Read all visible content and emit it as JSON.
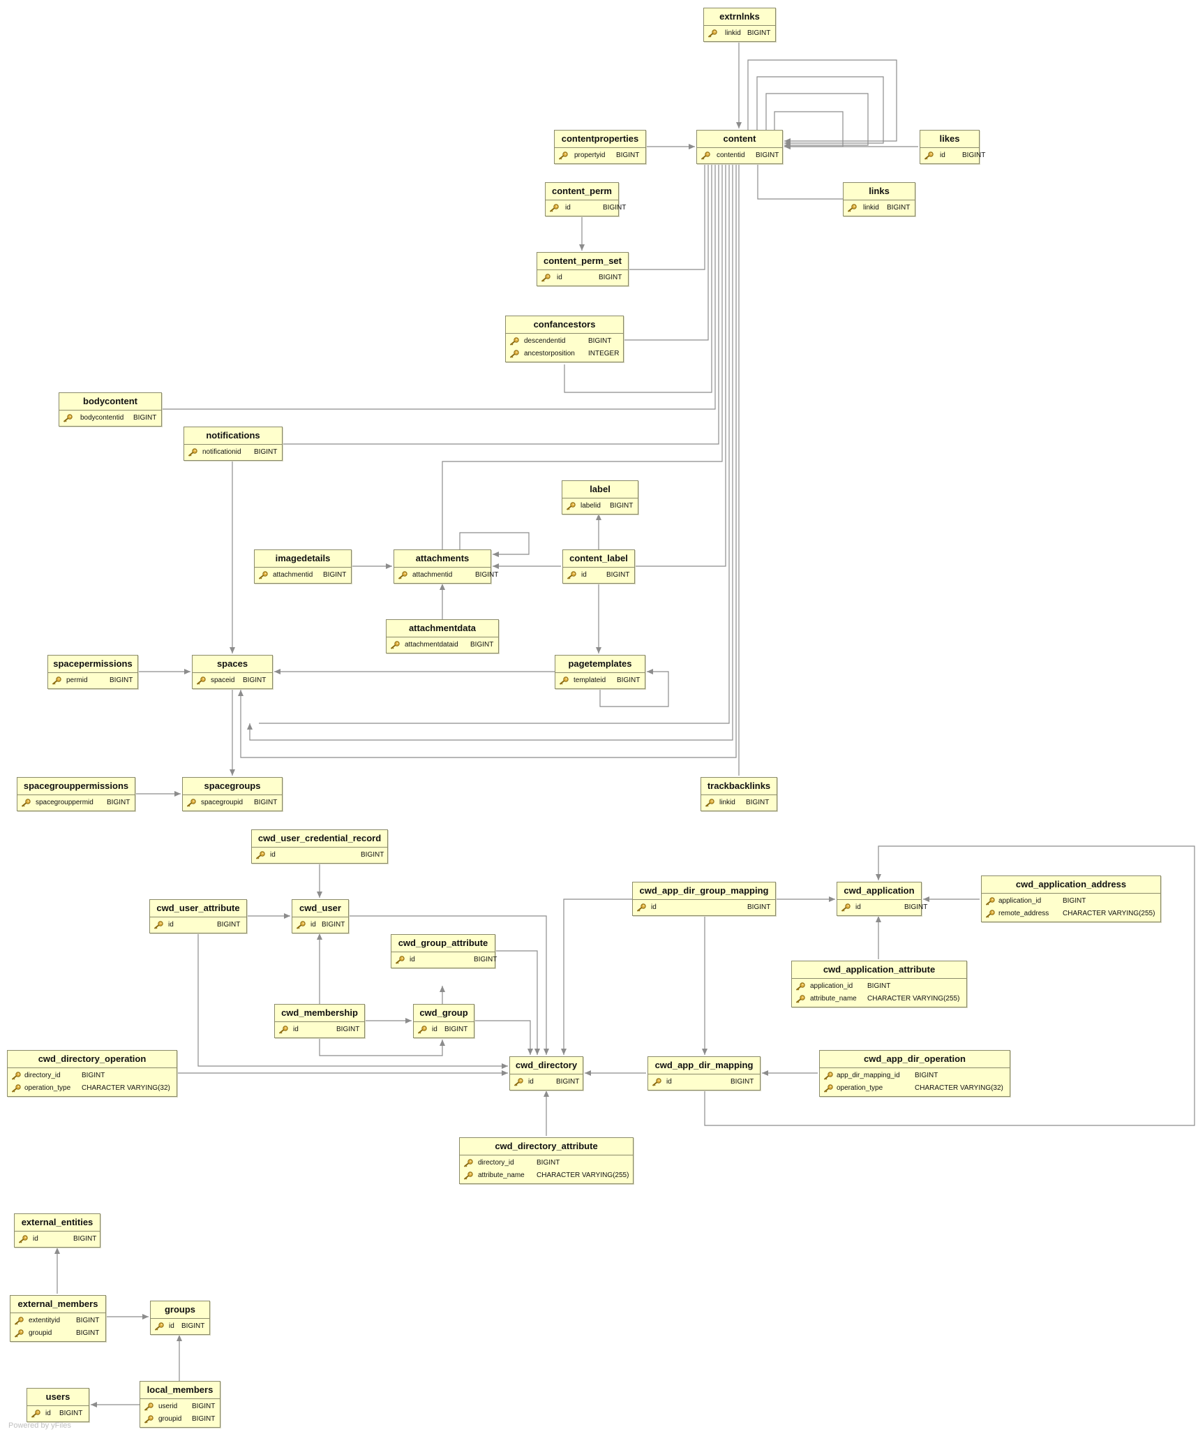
{
  "footer": "Powered by yFiles",
  "tables": [
    {
      "id": "extrnlnks",
      "title": "extrnlnks",
      "cols": [
        [
          "linkid",
          "BIGINT"
        ]
      ]
    },
    {
      "id": "content",
      "title": "content",
      "cols": [
        [
          "contentid",
          "BIGINT"
        ]
      ]
    },
    {
      "id": "contentproperties",
      "title": "contentproperties",
      "cols": [
        [
          "propertyid",
          "BIGINT"
        ]
      ]
    },
    {
      "id": "likes",
      "title": "likes",
      "cols": [
        [
          "id",
          "BIGINT"
        ]
      ]
    },
    {
      "id": "content_perm",
      "title": "content_perm",
      "cols": [
        [
          "id",
          "BIGINT"
        ]
      ]
    },
    {
      "id": "links",
      "title": "links",
      "cols": [
        [
          "linkid",
          "BIGINT"
        ]
      ]
    },
    {
      "id": "content_perm_set",
      "title": "content_perm_set",
      "cols": [
        [
          "id",
          "BIGINT"
        ]
      ]
    },
    {
      "id": "confancestors",
      "title": "confancestors",
      "cols": [
        [
          "descendentid",
          "BIGINT"
        ],
        [
          "ancestorposition",
          "INTEGER"
        ]
      ]
    },
    {
      "id": "bodycontent",
      "title": "bodycontent",
      "cols": [
        [
          "bodycontentid",
          "BIGINT"
        ]
      ]
    },
    {
      "id": "notifications",
      "title": "notifications",
      "cols": [
        [
          "notificationid",
          "BIGINT"
        ]
      ]
    },
    {
      "id": "label",
      "title": "label",
      "cols": [
        [
          "labelid",
          "BIGINT"
        ]
      ]
    },
    {
      "id": "imagedetails",
      "title": "imagedetails",
      "cols": [
        [
          "attachmentid",
          "BIGINT"
        ]
      ]
    },
    {
      "id": "attachments",
      "title": "attachments",
      "cols": [
        [
          "attachmentid",
          "BIGINT"
        ]
      ]
    },
    {
      "id": "content_label",
      "title": "content_label",
      "cols": [
        [
          "id",
          "BIGINT"
        ]
      ]
    },
    {
      "id": "attachmentdata",
      "title": "attachmentdata",
      "cols": [
        [
          "attachmentdataid",
          "BIGINT"
        ]
      ]
    },
    {
      "id": "spacepermissions",
      "title": "spacepermissions",
      "cols": [
        [
          "permid",
          "BIGINT"
        ]
      ]
    },
    {
      "id": "spaces",
      "title": "spaces",
      "cols": [
        [
          "spaceid",
          "BIGINT"
        ]
      ]
    },
    {
      "id": "pagetemplates",
      "title": "pagetemplates",
      "cols": [
        [
          "templateid",
          "BIGINT"
        ]
      ]
    },
    {
      "id": "spacegrouppermissions",
      "title": "spacegrouppermissions",
      "cols": [
        [
          "spacegrouppermid",
          "BIGINT"
        ]
      ]
    },
    {
      "id": "spacegroups",
      "title": "spacegroups",
      "cols": [
        [
          "spacegroupid",
          "BIGINT"
        ]
      ]
    },
    {
      "id": "trackbacklinks",
      "title": "trackbacklinks",
      "cols": [
        [
          "linkid",
          "BIGINT"
        ]
      ]
    },
    {
      "id": "cwd_user_credential_record",
      "title": "cwd_user_credential_record",
      "cols": [
        [
          "id",
          "BIGINT"
        ]
      ]
    },
    {
      "id": "cwd_user_attribute",
      "title": "cwd_user_attribute",
      "cols": [
        [
          "id",
          "BIGINT"
        ]
      ]
    },
    {
      "id": "cwd_user",
      "title": "cwd_user",
      "cols": [
        [
          "id",
          "BIGINT"
        ]
      ]
    },
    {
      "id": "cwd_app_dir_group_mapping",
      "title": "cwd_app_dir_group_mapping",
      "cols": [
        [
          "id",
          "BIGINT"
        ]
      ]
    },
    {
      "id": "cwd_application",
      "title": "cwd_application",
      "cols": [
        [
          "id",
          "BIGINT"
        ]
      ]
    },
    {
      "id": "cwd_application_address",
      "title": "cwd_application_address",
      "cols": [
        [
          "application_id",
          "BIGINT"
        ],
        [
          "remote_address",
          "CHARACTER VARYING(255)"
        ]
      ]
    },
    {
      "id": "cwd_group_attribute",
      "title": "cwd_group_attribute",
      "cols": [
        [
          "id",
          "BIGINT"
        ]
      ]
    },
    {
      "id": "cwd_application_attribute",
      "title": "cwd_application_attribute",
      "cols": [
        [
          "application_id",
          "BIGINT"
        ],
        [
          "attribute_name",
          "CHARACTER VARYING(255)"
        ]
      ]
    },
    {
      "id": "cwd_membership",
      "title": "cwd_membership",
      "cols": [
        [
          "id",
          "BIGINT"
        ]
      ]
    },
    {
      "id": "cwd_group",
      "title": "cwd_group",
      "cols": [
        [
          "id",
          "BIGINT"
        ]
      ]
    },
    {
      "id": "cwd_directory_operation",
      "title": "cwd_directory_operation",
      "cols": [
        [
          "directory_id",
          "BIGINT"
        ],
        [
          "operation_type",
          "CHARACTER VARYING(32)"
        ]
      ]
    },
    {
      "id": "cwd_directory",
      "title": "cwd_directory",
      "cols": [
        [
          "id",
          "BIGINT"
        ]
      ]
    },
    {
      "id": "cwd_app_dir_mapping",
      "title": "cwd_app_dir_mapping",
      "cols": [
        [
          "id",
          "BIGINT"
        ]
      ]
    },
    {
      "id": "cwd_app_dir_operation",
      "title": "cwd_app_dir_operation",
      "cols": [
        [
          "app_dir_mapping_id",
          "BIGINT"
        ],
        [
          "operation_type",
          "CHARACTER VARYING(32)"
        ]
      ]
    },
    {
      "id": "cwd_directory_attribute",
      "title": "cwd_directory_attribute",
      "cols": [
        [
          "directory_id",
          "BIGINT"
        ],
        [
          "attribute_name",
          "CHARACTER VARYING(255)"
        ]
      ]
    },
    {
      "id": "external_entities",
      "title": "external_entities",
      "cols": [
        [
          "id",
          "BIGINT"
        ]
      ]
    },
    {
      "id": "external_members",
      "title": "external_members",
      "cols": [
        [
          "extentityid",
          "BIGINT"
        ],
        [
          "groupid",
          "BIGINT"
        ]
      ]
    },
    {
      "id": "groups",
      "title": "groups",
      "cols": [
        [
          "id",
          "BIGINT"
        ]
      ]
    },
    {
      "id": "users",
      "title": "users",
      "cols": [
        [
          "id",
          "BIGINT"
        ]
      ]
    },
    {
      "id": "local_members",
      "title": "local_members",
      "cols": [
        [
          "userid",
          "BIGINT"
        ],
        [
          "groupid",
          "BIGINT"
        ]
      ]
    }
  ]
}
